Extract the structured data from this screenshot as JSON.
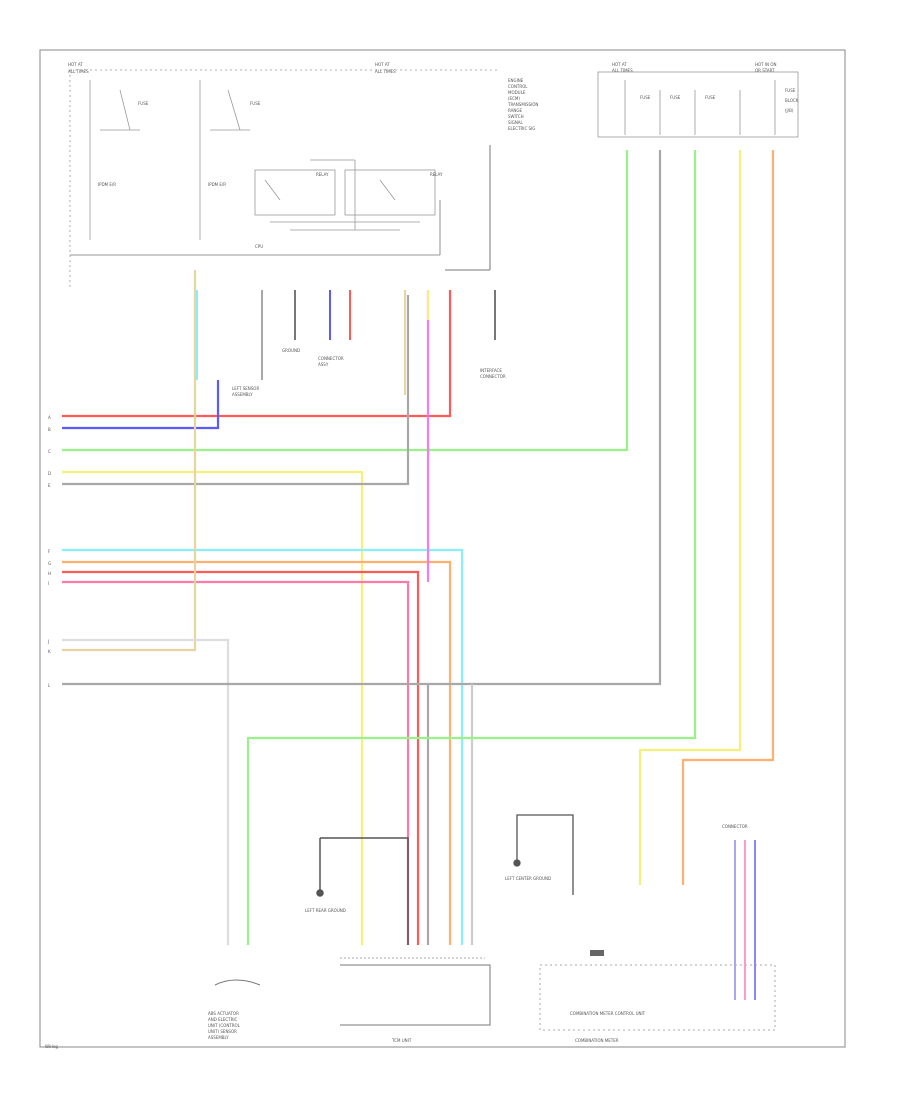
{
  "colors": {
    "red": "#ff5a5a",
    "blue": "#5a5aff",
    "green": "#9af08a",
    "yellow": "#f5f07a",
    "gray": "#a8a8a8",
    "cyan": "#8af0f5",
    "orange": "#ffb070",
    "pink": "#ff7aa8",
    "magenta": "#f57af5",
    "tan": "#e8d4a0",
    "frame": "#888888",
    "dark": "#555555"
  },
  "wires": [
    {
      "name": "wire-red-left",
      "color": "red"
    },
    {
      "name": "wire-blue-left",
      "color": "blue"
    },
    {
      "name": "wire-green-main",
      "color": "green"
    },
    {
      "name": "wire-yellow-left",
      "color": "yellow"
    },
    {
      "name": "wire-gray-left",
      "color": "gray"
    },
    {
      "name": "wire-cyan-mid",
      "color": "cyan"
    },
    {
      "name": "wire-orange-mid",
      "color": "orange"
    },
    {
      "name": "wire-red-mid",
      "color": "red"
    },
    {
      "name": "wire-pink-mid",
      "color": "pink"
    },
    {
      "name": "wire-tan-low",
      "color": "tan"
    },
    {
      "name": "wire-gray-low",
      "color": "gray"
    },
    {
      "name": "wire-green-low",
      "color": "green"
    },
    {
      "name": "wire-yellow-right",
      "color": "yellow"
    },
    {
      "name": "wire-orange-right",
      "color": "orange"
    },
    {
      "name": "wire-magenta-riser",
      "color": "magenta"
    }
  ]
}
